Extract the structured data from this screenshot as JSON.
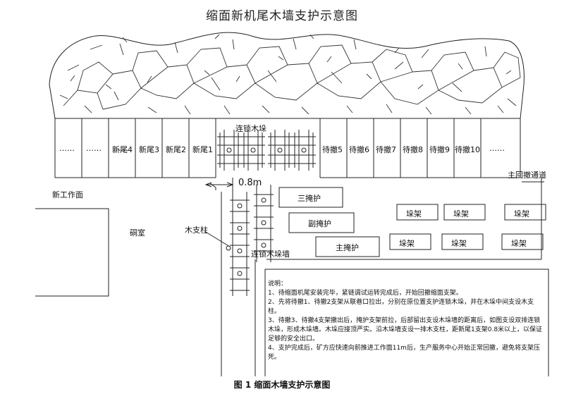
{
  "title": "缩面新机尾木墙支护示意图",
  "caption": "图 1  缩面木墙支护示意图",
  "supports_left": [
    "……",
    "……",
    "……",
    "新尾4",
    "新尾3",
    "新尾2",
    "新尾1"
  ],
  "supports_right": [
    "待撤5",
    "待撤6",
    "待撤7",
    "待撤8",
    "待撤9",
    "待撤10",
    "……"
  ],
  "labels": {
    "lianjiao_top": "连锁木垛",
    "distance": "0.8m",
    "new_face": "新工作面",
    "main_channel": "主回撤通道",
    "chamber": "硐室",
    "wood_pillar": "木支柱",
    "wood_wall": "连锁木垛墙",
    "san_yanhu": "三掩护",
    "fu_yanhu": "副掩护",
    "zhu_yanhu": "主掩护",
    "duojia": [
      "垛架",
      "垛架",
      "垛架",
      "垛架",
      "垛架",
      "垛架"
    ]
  },
  "notes": {
    "heading": "说明：",
    "items": [
      "1、待缩面机尾安装完毕，紧链调试运转完成后，开始回撤缩面支架。",
      "2、先将待撤1、待撤2支架从联巷口拉出，分别在原位置支护连锁木垛，并在木垛中间支设木支柱。",
      "3、待撤3、待撤4支架撤出后，掩护支架前拉，后部留出支设木垛墙的距离后，如图支设双排连锁木垛，形成木垛墙。木垛应接顶严实。沿木垛墙支设一排木支柱，距新尾1支架0.8米以上，以保证足够的安全出口。",
      "4、支护完成后，矿方应快速向前推进工作面11m后，生产服务中心开始正常回撤，避免将支架压死。"
    ]
  }
}
